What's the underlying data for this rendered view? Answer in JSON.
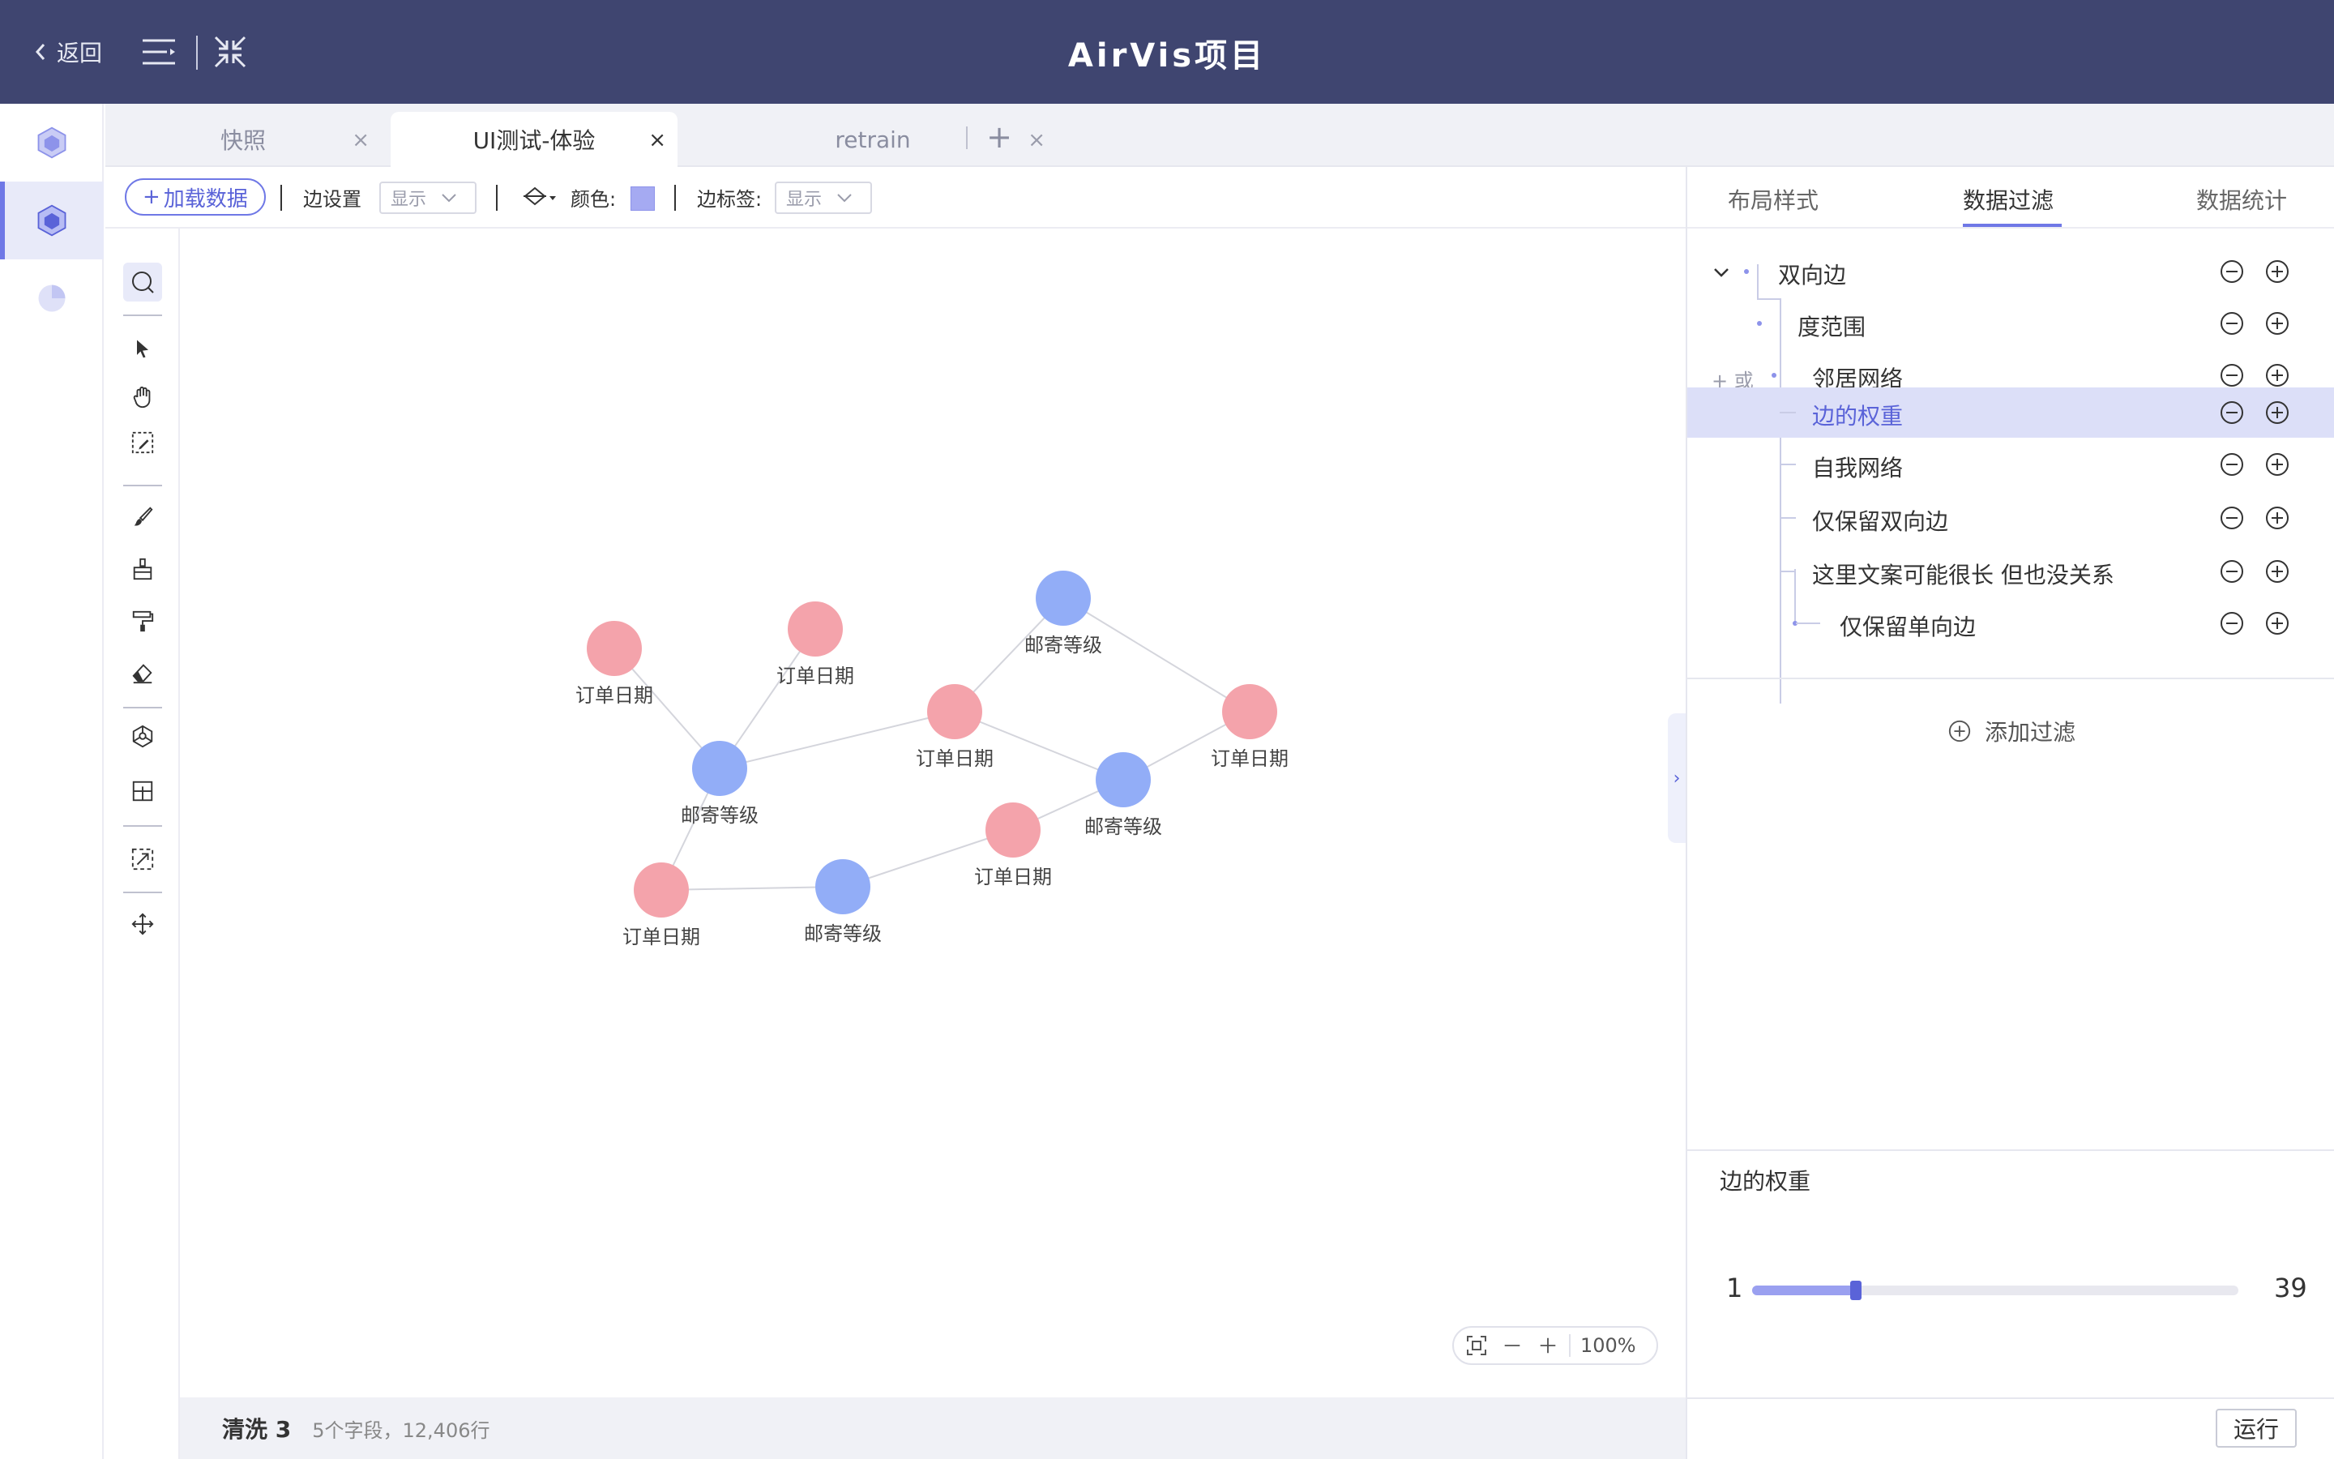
{
  "header": {
    "back_label": "返回",
    "title": "AirVis项目"
  },
  "tabs": [
    {
      "label": "快照"
    },
    {
      "label": "UI测试-体验"
    },
    {
      "label": "retrain"
    }
  ],
  "toolbar": {
    "load_label": "加载数据",
    "edge_settings_label": "边设置",
    "edge_settings_value": "显示",
    "color_label": "颜色:",
    "color_value": "#a5aaf2",
    "edge_label_label": "边标签:",
    "edge_label_value": "显示"
  },
  "graph": {
    "node_colors": {
      "order": "#f4a3ab",
      "mail": "#92adf7"
    },
    "nodes": [
      {
        "id": "n1",
        "type": "order",
        "label": "订单日期"
      },
      {
        "id": "n2",
        "type": "order",
        "label": "订单日期"
      },
      {
        "id": "n3",
        "type": "mail",
        "label": "邮寄等级"
      },
      {
        "id": "n4",
        "type": "order",
        "label": "订单日期"
      },
      {
        "id": "n5",
        "type": "mail",
        "label": "邮寄等级"
      },
      {
        "id": "n6",
        "type": "order",
        "label": "订单日期"
      },
      {
        "id": "n7",
        "type": "mail",
        "label": "邮寄等级"
      },
      {
        "id": "n8",
        "type": "order",
        "label": "订单日期"
      },
      {
        "id": "n9",
        "type": "order",
        "label": "订单日期"
      },
      {
        "id": "n10",
        "type": "mail",
        "label": "邮寄等级"
      }
    ],
    "edges": [
      [
        "n1",
        "n5"
      ],
      [
        "n2",
        "n5"
      ],
      [
        "n5",
        "n4"
      ],
      [
        "n4",
        "n3"
      ],
      [
        "n3",
        "n6"
      ],
      [
        "n4",
        "n7"
      ],
      [
        "n6",
        "n7"
      ],
      [
        "n7",
        "n8"
      ],
      [
        "n8",
        "n10"
      ],
      [
        "n10",
        "n9"
      ],
      [
        "n9",
        "n5"
      ]
    ]
  },
  "zoom": {
    "value": "100%"
  },
  "status": {
    "title": "清洗 3",
    "meta": "5个字段，12,406行"
  },
  "right_panel": {
    "tabs": [
      {
        "label": "布局样式"
      },
      {
        "label": "数据过滤"
      },
      {
        "label": "数据统计"
      }
    ],
    "or_tag": "+ 或",
    "tree": [
      {
        "label": "双向边"
      },
      {
        "label": "度范围"
      },
      {
        "label": "邻居网络"
      },
      {
        "label": "边的权重"
      },
      {
        "label": "自我网络"
      },
      {
        "label": "仅保留双向边"
      },
      {
        "label": "这里文案可能很长 但也没关系"
      },
      {
        "label": "仅保留单向边"
      }
    ],
    "add_filter_label": "添加过滤",
    "weight_panel": {
      "title": "边的权重",
      "min": 1,
      "max": 39,
      "value": 9.1
    },
    "run_label": "运行"
  }
}
